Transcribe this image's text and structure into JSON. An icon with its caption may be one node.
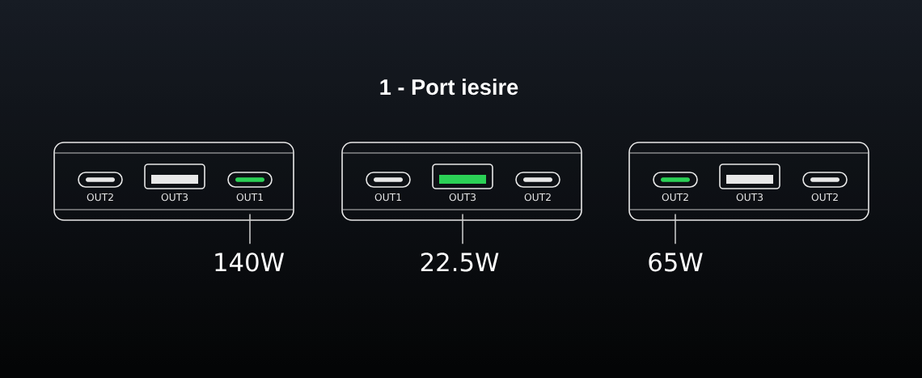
{
  "diagram": {
    "title": "1 - Port iesire",
    "nodes": [
      {
        "text": [],
        "shape": "box"
      },
      {
        "text": [
          "OUT2"
        ],
        "in": 0
      },
      {
        "text": [
          "OUT3"
        ],
        "in": 0
      },
      {
        "text": [
          "OUT1"
        ],
        "in": 0
      },
      {
        "text": [],
        "shape": "box"
      },
      {
        "text": [
          "OUT1"
        ],
        "in": 4
      },
      {
        "text": [
          "OUT3"
        ],
        "in": 4
      },
      {
        "text": [
          "OUT2"
        ],
        "in": 4
      },
      {
        "text": [],
        "shape": "box"
      },
      {
        "text": [
          "OUT2"
        ],
        "in": 8
      },
      {
        "text": [
          "OUT3"
        ],
        "in": 8
      },
      {
        "text": [
          "OUT2"
        ],
        "in": 8
      },
      {
        "text": [
          "140W"
        ]
      },
      {
        "text": [
          "22.5W"
        ]
      },
      {
        "text": [
          "65W"
        ]
      }
    ],
    "edges": [
      {
        "from": 12,
        "to": 3,
        "arrow": "none"
      },
      {
        "from": 13,
        "to": 6,
        "arrow": "none"
      },
      {
        "from": 14,
        "to": 9,
        "arrow": "none"
      }
    ]
  }
}
